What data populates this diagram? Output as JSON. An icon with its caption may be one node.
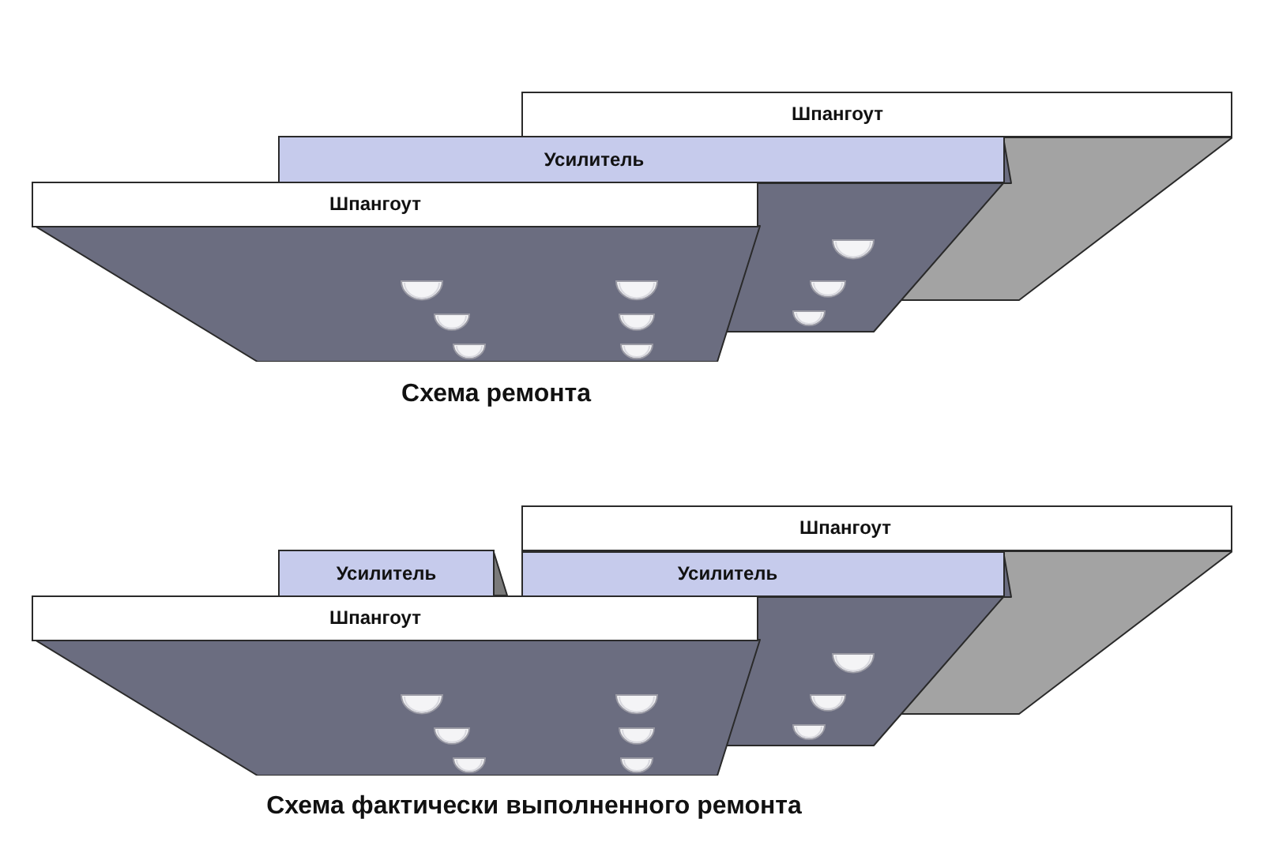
{
  "diagram": {
    "nodes": [
      {
        "text": [
          "Шпангоут"
        ]
      },
      {
        "text": [
          "Усилитель"
        ]
      },
      {
        "text": [
          "Шпангоут"
        ]
      },
      {
        "text": [
          "Шпангоут"
        ]
      },
      {
        "text": [
          "Усилитель"
        ]
      },
      {
        "text": [
          "Усилитель"
        ]
      },
      {
        "text": [
          "Шпангоут"
        ]
      }
    ],
    "labels": [
      "Схема ремонта",
      "Схема фактически выполненного ремонта"
    ]
  }
}
